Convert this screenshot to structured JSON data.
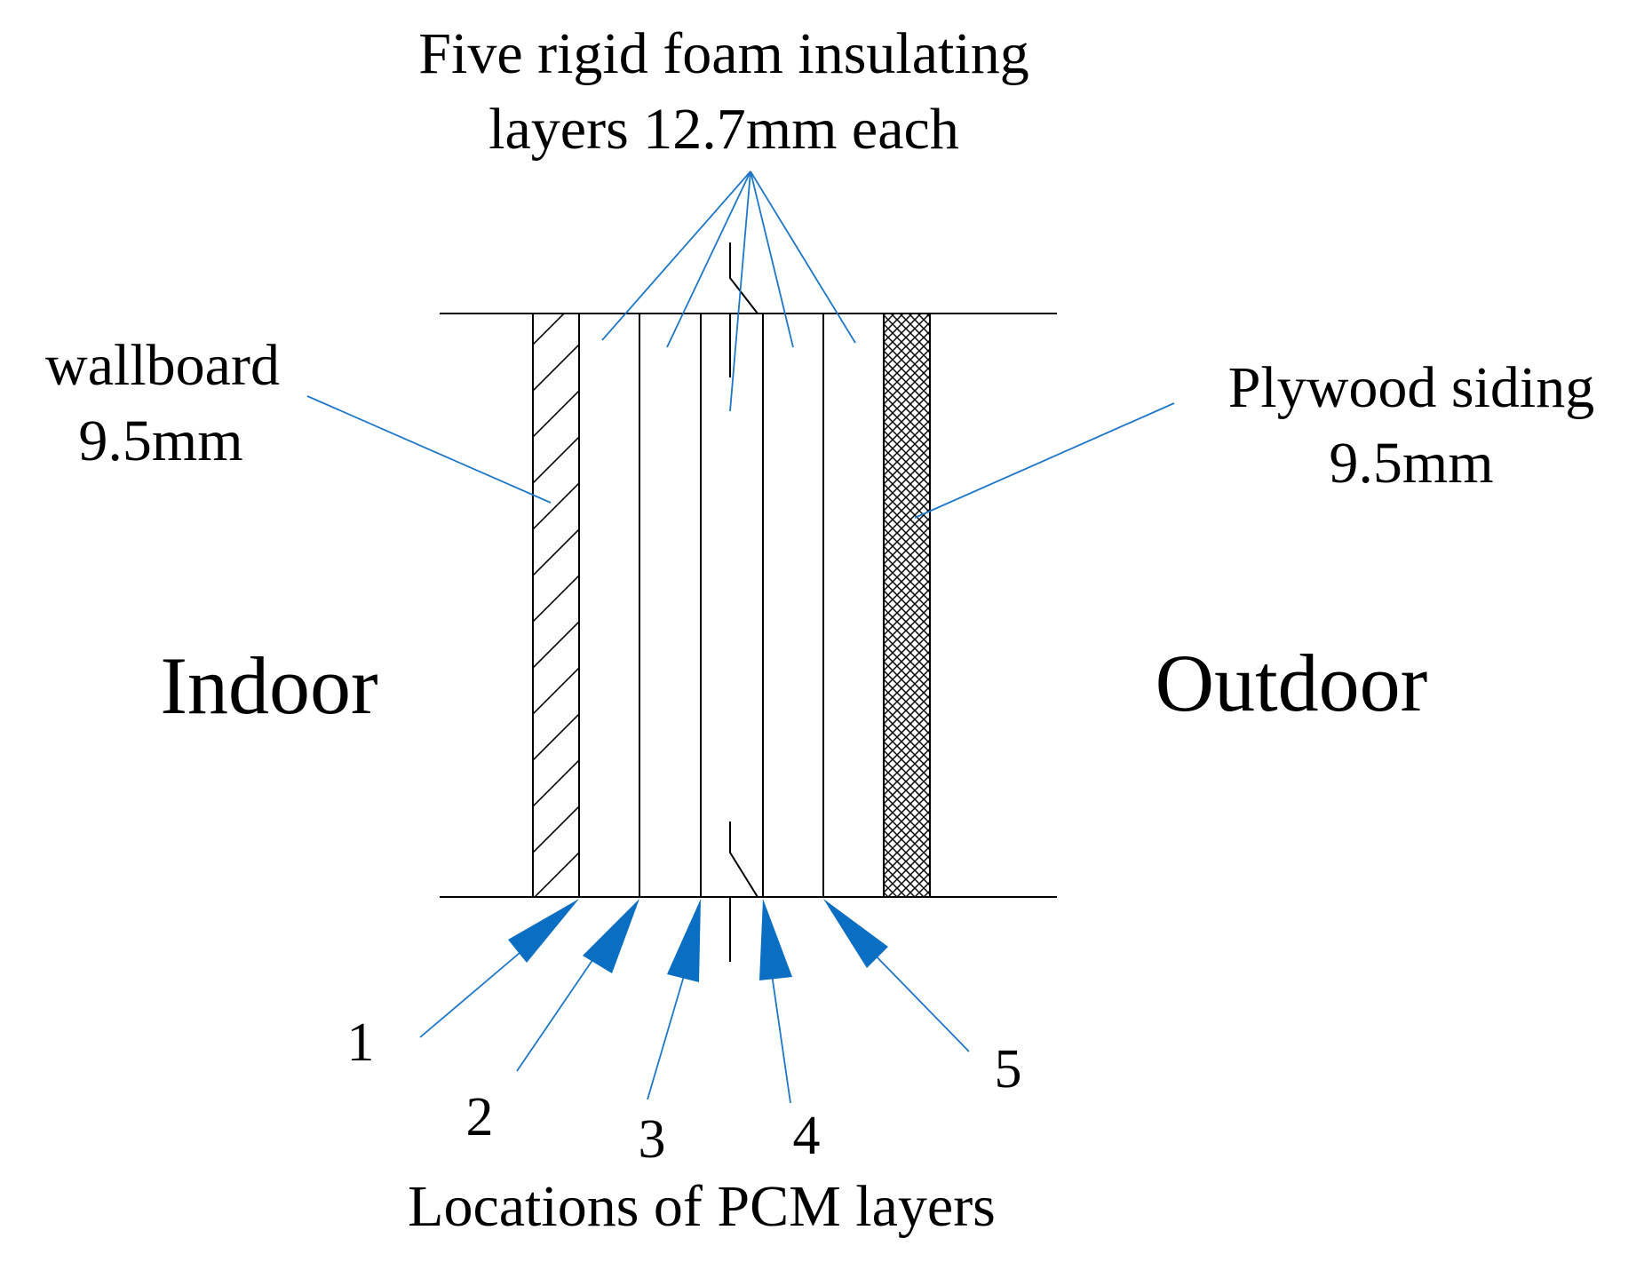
{
  "title": {
    "line1": "Five rigid foam insulating",
    "line2": "layers  12.7mm each"
  },
  "wallboard": {
    "name": "wallboard",
    "thickness": "9.5mm"
  },
  "plywood": {
    "name": "Plywood siding",
    "thickness": "9.5mm"
  },
  "sides": {
    "indoor": "Indoor",
    "outdoor": "Outdoor"
  },
  "pcm_locations": {
    "caption": "Locations of PCM layers",
    "labels": [
      "1",
      "2",
      "3",
      "4",
      "5"
    ]
  },
  "colors": {
    "leader": "#1f77c8",
    "arrow": "#0a6fc2",
    "outline": "#000000"
  }
}
